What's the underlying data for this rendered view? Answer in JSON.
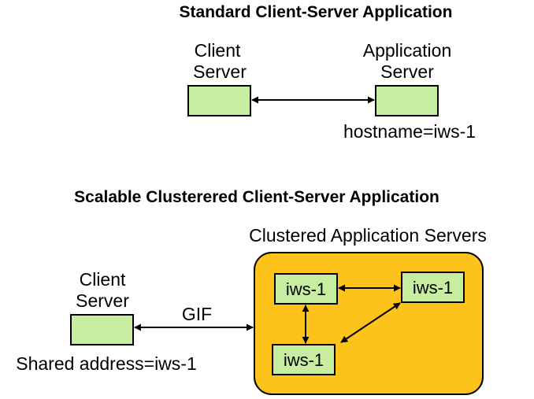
{
  "colors": {
    "node_fill": "#c6eda0",
    "cluster_fill": "#fdc31a",
    "stroke": "#000000"
  },
  "standard": {
    "title": "Standard Client-Server Application",
    "client": {
      "label_line1": "Client",
      "label_line2": "Server"
    },
    "app_server": {
      "label_line1": "Application",
      "label_line2": "Server",
      "caption": "hostname=iws-1"
    }
  },
  "scalable": {
    "title": "Scalable Clusterered Client-Server Application",
    "cluster_label": "Clustered Application Servers",
    "client": {
      "label_line1": "Client",
      "label_line2": "Server",
      "caption": "Shared address=iws-1"
    },
    "link_label": "GIF",
    "nodes": [
      {
        "label": "iws-1"
      },
      {
        "label": "iws-1"
      },
      {
        "label": "iws-1"
      }
    ]
  }
}
